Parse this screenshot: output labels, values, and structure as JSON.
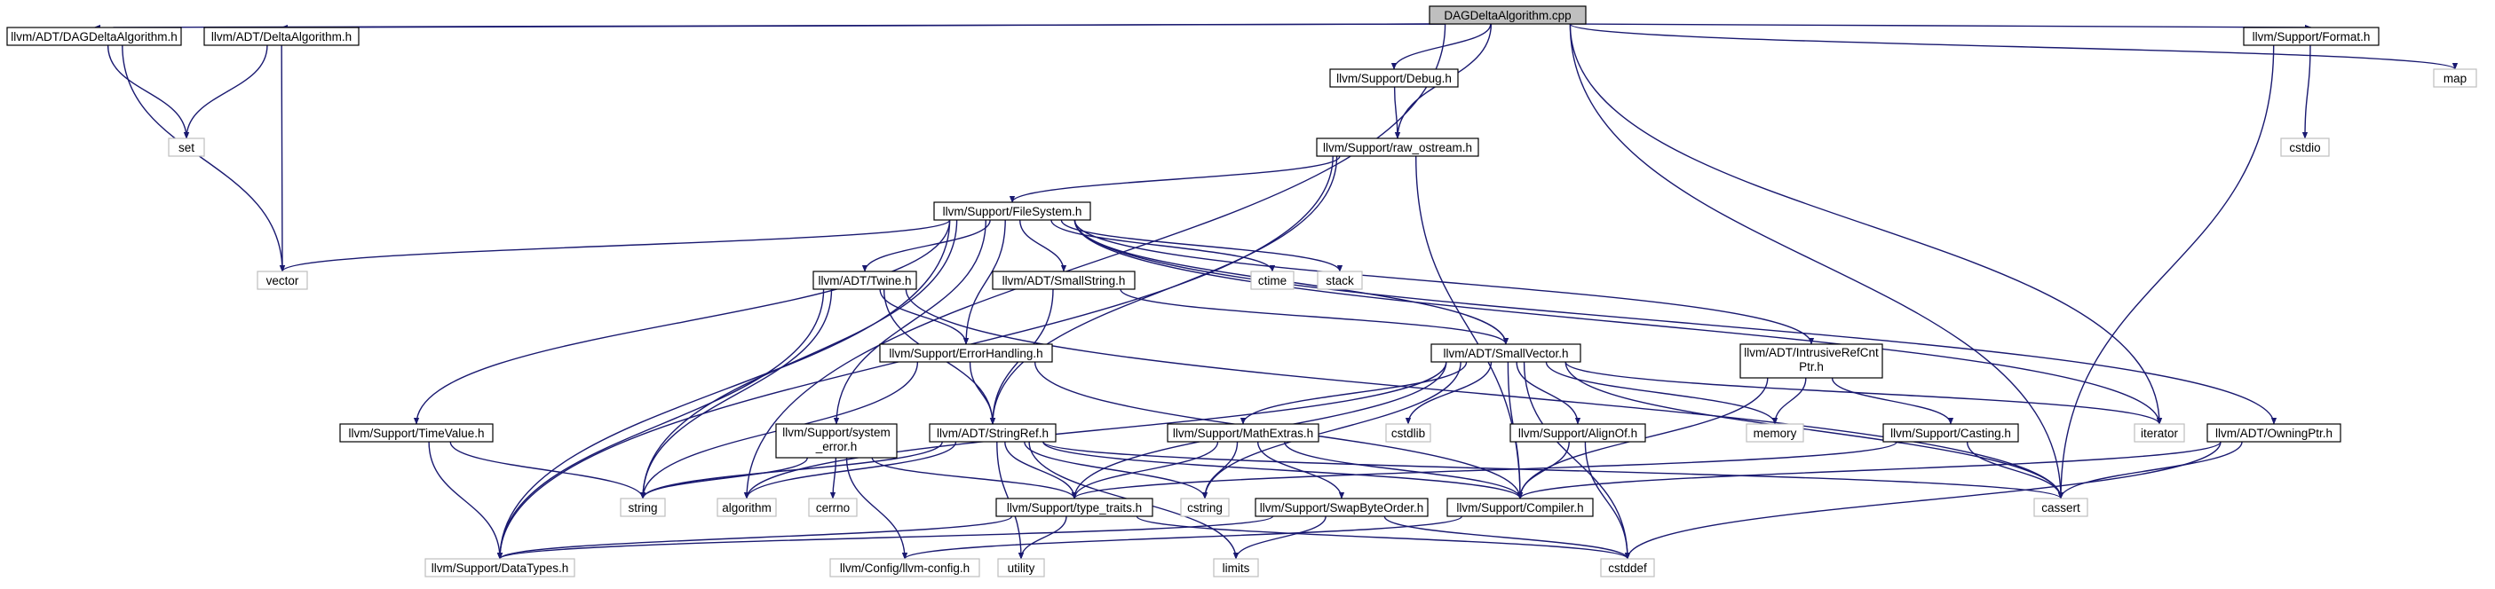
{
  "diagram": {
    "title": "",
    "edge_color": "#191970",
    "root_fill": "#bfbfbf",
    "system_border": "#bfbfbf",
    "nodes": [
      {
        "id": "root",
        "label": "DAGDeltaAlgorithm.cpp",
        "kind": "root"
      },
      {
        "id": "adt_dag",
        "label": "llvm/ADT/DAGDeltaAlgorithm.h",
        "kind": "header"
      },
      {
        "id": "adt_delta",
        "label": "llvm/ADT/DeltaAlgorithm.h",
        "kind": "header"
      },
      {
        "id": "sup_debug",
        "label": "llvm/Support/Debug.h",
        "kind": "header"
      },
      {
        "id": "sup_format",
        "label": "llvm/Support/Format.h",
        "kind": "header"
      },
      {
        "id": "map",
        "label": "map",
        "kind": "system"
      },
      {
        "id": "set",
        "label": "set",
        "kind": "system"
      },
      {
        "id": "cstdio",
        "label": "cstdio",
        "kind": "system"
      },
      {
        "id": "raw_ostream",
        "label": "llvm/Support/raw_ostream.h",
        "kind": "header"
      },
      {
        "id": "filesystem",
        "label": "llvm/Support/FileSystem.h",
        "kind": "header"
      },
      {
        "id": "vector",
        "label": "vector",
        "kind": "system"
      },
      {
        "id": "ctime",
        "label": "ctime",
        "kind": "system"
      },
      {
        "id": "stack",
        "label": "stack",
        "kind": "system"
      },
      {
        "id": "twine",
        "label": "llvm/ADT/Twine.h",
        "kind": "header"
      },
      {
        "id": "smallstring",
        "label": "llvm/ADT/SmallString.h",
        "kind": "header"
      },
      {
        "id": "errorhandling",
        "label": "llvm/Support/ErrorHandling.h",
        "kind": "header"
      },
      {
        "id": "smallvector",
        "label": "llvm/ADT/SmallVector.h",
        "kind": "header"
      },
      {
        "id": "intrusive",
        "label": "llvm/ADT/IntrusiveRefCnt",
        "label2": "Ptr.h",
        "kind": "header"
      },
      {
        "id": "timevalue",
        "label": "llvm/Support/TimeValue.h",
        "kind": "header"
      },
      {
        "id": "syserror",
        "label": "llvm/Support/system",
        "label2": "_error.h",
        "kind": "header"
      },
      {
        "id": "stringref",
        "label": "llvm/ADT/StringRef.h",
        "kind": "header"
      },
      {
        "id": "cstdlib",
        "label": "cstdlib",
        "kind": "system"
      },
      {
        "id": "mathextras",
        "label": "llvm/Support/MathExtras.h",
        "kind": "header"
      },
      {
        "id": "alignof",
        "label": "llvm/Support/AlignOf.h",
        "kind": "header"
      },
      {
        "id": "memory",
        "label": "memory",
        "kind": "system"
      },
      {
        "id": "casting",
        "label": "llvm/Support/Casting.h",
        "kind": "header"
      },
      {
        "id": "iterator",
        "label": "iterator",
        "kind": "system"
      },
      {
        "id": "owningptr",
        "label": "llvm/ADT/OwningPtr.h",
        "kind": "header"
      },
      {
        "id": "string",
        "label": "string",
        "kind": "system"
      },
      {
        "id": "algorithm",
        "label": "algorithm",
        "kind": "system"
      },
      {
        "id": "cerrno",
        "label": "cerrno",
        "kind": "system"
      },
      {
        "id": "typetraits",
        "label": "llvm/Support/type_traits.h",
        "kind": "header"
      },
      {
        "id": "cstring",
        "label": "cstring",
        "kind": "system"
      },
      {
        "id": "compiler",
        "label": "llvm/Support/Compiler.h",
        "kind": "header"
      },
      {
        "id": "swapbyteorder",
        "label": "llvm/Support/SwapByteOrder.h",
        "kind": "header"
      },
      {
        "id": "cassert",
        "label": "cassert",
        "kind": "system"
      },
      {
        "id": "datatypes",
        "label": "llvm/Support/DataTypes.h",
        "kind": "system"
      },
      {
        "id": "utility",
        "label": "utility",
        "kind": "system"
      },
      {
        "id": "llvmconfig",
        "label": "llvm/Config/llvm-config.h",
        "kind": "system"
      },
      {
        "id": "limits",
        "label": "limits",
        "kind": "system"
      },
      {
        "id": "cstddef",
        "label": "cstddef",
        "kind": "system"
      }
    ],
    "edges": [
      [
        "root",
        "adt_dag"
      ],
      [
        "root",
        "adt_delta"
      ],
      [
        "root",
        "sup_debug"
      ],
      [
        "root",
        "sup_format"
      ],
      [
        "root",
        "map"
      ],
      [
        "root",
        "raw_ostream"
      ],
      [
        "root",
        "algorithm"
      ],
      [
        "root",
        "iterator"
      ],
      [
        "root",
        "cassert"
      ],
      [
        "adt_dag",
        "set"
      ],
      [
        "adt_dag",
        "vector"
      ],
      [
        "adt_delta",
        "set"
      ],
      [
        "adt_delta",
        "vector"
      ],
      [
        "sup_debug",
        "raw_ostream"
      ],
      [
        "sup_format",
        "cstdio"
      ],
      [
        "sup_format",
        "cassert"
      ],
      [
        "raw_ostream",
        "filesystem"
      ],
      [
        "raw_ostream",
        "stringref"
      ],
      [
        "raw_ostream",
        "compiler"
      ],
      [
        "raw_ostream",
        "datatypes"
      ],
      [
        "filesystem",
        "vector"
      ],
      [
        "filesystem",
        "ctime"
      ],
      [
        "filesystem",
        "stack"
      ],
      [
        "filesystem",
        "twine"
      ],
      [
        "filesystem",
        "smallstring"
      ],
      [
        "filesystem",
        "errorhandling"
      ],
      [
        "filesystem",
        "smallvector"
      ],
      [
        "filesystem",
        "intrusive"
      ],
      [
        "filesystem",
        "timevalue"
      ],
      [
        "filesystem",
        "syserror"
      ],
      [
        "filesystem",
        "owningptr"
      ],
      [
        "filesystem",
        "string"
      ],
      [
        "filesystem",
        "iterator"
      ],
      [
        "filesystem",
        "datatypes"
      ],
      [
        "twine",
        "stringref"
      ],
      [
        "twine",
        "errorhandling"
      ],
      [
        "twine",
        "string"
      ],
      [
        "twine",
        "cassert"
      ],
      [
        "twine",
        "datatypes"
      ],
      [
        "smallstring",
        "smallvector"
      ],
      [
        "smallstring",
        "stringref"
      ],
      [
        "errorhandling",
        "compiler"
      ],
      [
        "errorhandling",
        "stringref"
      ],
      [
        "errorhandling",
        "string"
      ],
      [
        "smallvector",
        "alignof"
      ],
      [
        "smallvector",
        "mathextras"
      ],
      [
        "smallvector",
        "typetraits"
      ],
      [
        "smallvector",
        "compiler"
      ],
      [
        "smallvector",
        "algorithm"
      ],
      [
        "smallvector",
        "cstdlib"
      ],
      [
        "smallvector",
        "memory"
      ],
      [
        "smallvector",
        "iterator"
      ],
      [
        "smallvector",
        "cassert"
      ],
      [
        "smallvector",
        "cstring"
      ],
      [
        "smallvector",
        "cstddef"
      ],
      [
        "intrusive",
        "casting"
      ],
      [
        "intrusive",
        "memory"
      ],
      [
        "intrusive",
        "compiler"
      ],
      [
        "timevalue",
        "string"
      ],
      [
        "timevalue",
        "datatypes"
      ],
      [
        "syserror",
        "cerrno"
      ],
      [
        "syserror",
        "llvmconfig"
      ],
      [
        "syserror",
        "string"
      ],
      [
        "syserror",
        "typetraits"
      ],
      [
        "stringref",
        "typetraits"
      ],
      [
        "stringref",
        "string"
      ],
      [
        "stringref",
        "algorithm"
      ],
      [
        "stringref",
        "cstring"
      ],
      [
        "stringref",
        "utility"
      ],
      [
        "stringref",
        "limits"
      ],
      [
        "stringref",
        "cassert"
      ],
      [
        "stringref",
        "compiler"
      ],
      [
        "mathextras",
        "swapbyteorder"
      ],
      [
        "mathextras",
        "typetraits"
      ],
      [
        "mathextras",
        "compiler"
      ],
      [
        "mathextras",
        "cstring"
      ],
      [
        "alignof",
        "compiler"
      ],
      [
        "alignof",
        "cstddef"
      ],
      [
        "casting",
        "typetraits"
      ],
      [
        "casting",
        "cassert"
      ],
      [
        "owningptr",
        "compiler"
      ],
      [
        "owningptr",
        "cassert"
      ],
      [
        "owningptr",
        "cstddef"
      ],
      [
        "typetraits",
        "datatypes"
      ],
      [
        "typetraits",
        "utility"
      ],
      [
        "typetraits",
        "cstddef"
      ],
      [
        "compiler",
        "llvmconfig"
      ],
      [
        "swapbyteorder",
        "datatypes"
      ],
      [
        "swapbyteorder",
        "limits"
      ],
      [
        "swapbyteorder",
        "cstddef"
      ]
    ]
  }
}
